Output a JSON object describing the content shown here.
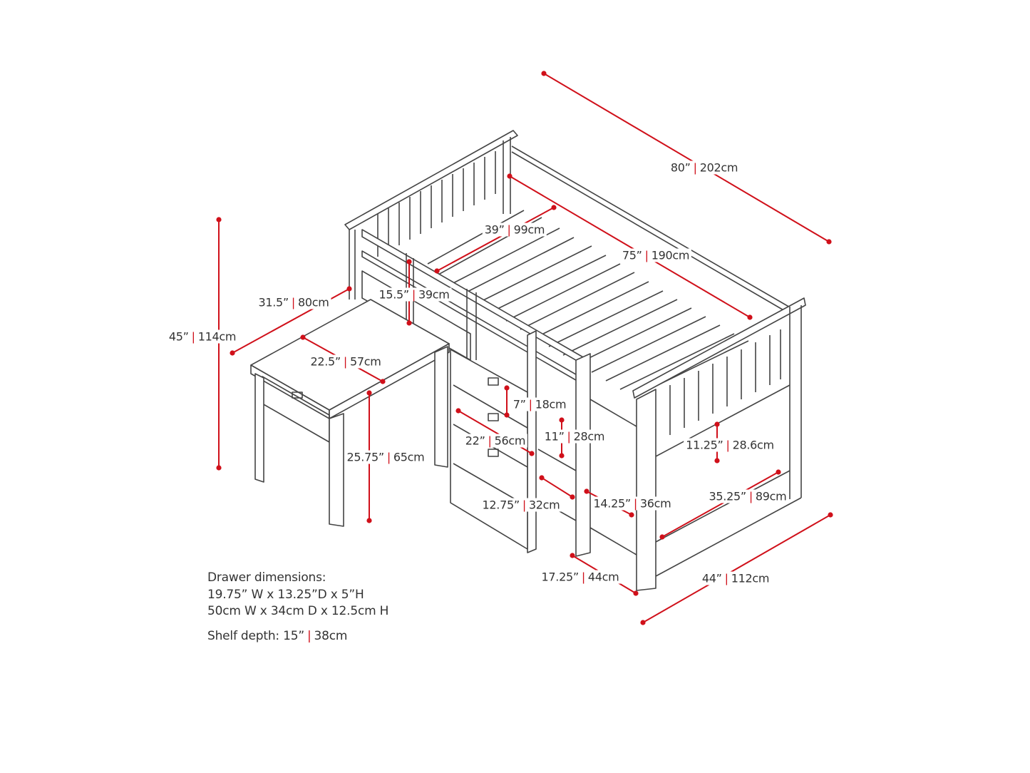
{
  "colors": {
    "dimension": "#d0101a",
    "furniture": "#444444",
    "text": "#333333"
  },
  "dimensions": [
    {
      "id": "overall-length",
      "inches": "80”",
      "cm": "202cm"
    },
    {
      "id": "mattress-length",
      "inches": "75”",
      "cm": "190cm"
    },
    {
      "id": "mattress-width",
      "inches": "39”",
      "cm": "99cm"
    },
    {
      "id": "guardrail-height",
      "inches": "15.5”",
      "cm": "39cm"
    },
    {
      "id": "desk-length",
      "inches": "31.5”",
      "cm": "80cm"
    },
    {
      "id": "overall-height",
      "inches": "45”",
      "cm": "114cm"
    },
    {
      "id": "desk-depth",
      "inches": "22.5”",
      "cm": "57cm"
    },
    {
      "id": "desk-height",
      "inches": "25.75”",
      "cm": "65cm"
    },
    {
      "id": "drawer-front-height",
      "inches": "7”",
      "cm": "18cm"
    },
    {
      "id": "drawer-unit-width",
      "inches": "22”",
      "cm": "56cm"
    },
    {
      "id": "ladder-step-spacing",
      "inches": "11”",
      "cm": "28cm"
    },
    {
      "id": "under-bed-clearance",
      "inches": "11.25”",
      "cm": "28.6cm"
    },
    {
      "id": "shelf-width",
      "inches": "12.75”",
      "cm": "32cm"
    },
    {
      "id": "ladder-width",
      "inches": "14.25”",
      "cm": "36cm"
    },
    {
      "id": "storage-length",
      "inches": "35.25”",
      "cm": "89cm"
    },
    {
      "id": "ladder-depth",
      "inches": "17.25”",
      "cm": "44cm"
    },
    {
      "id": "overall-width",
      "inches": "44”",
      "cm": "112cm"
    }
  ],
  "notes": {
    "drawer_title": "Drawer dimensions:",
    "drawer_imperial": "19.75” W x  13.25”D x 5”H",
    "drawer_metric": "50cm W x  34cm D x 12.5cm H",
    "shelf_label": "Shelf depth: 15”",
    "shelf_separator": "|",
    "shelf_metric": "38cm"
  }
}
